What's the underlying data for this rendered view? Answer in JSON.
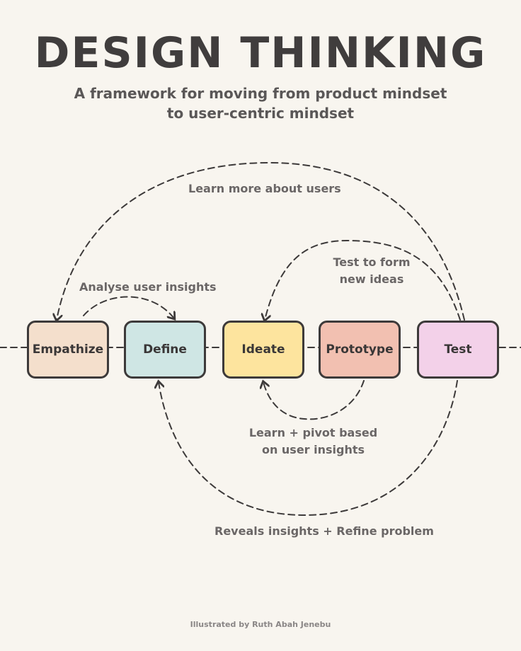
{
  "title": "DESIGN THINKING",
  "subtitle": "A framework for moving from product mindset to user-centric mindset",
  "stages": [
    {
      "label": "Empathize",
      "color": "#f4dfcc"
    },
    {
      "label": "Define",
      "color": "#cfe6e4"
    },
    {
      "label": "Ideate",
      "color": "#fde49e"
    },
    {
      "label": "Prototype",
      "color": "#f2c0b1"
    },
    {
      "label": "Test",
      "color": "#f3d1e9"
    }
  ],
  "annotations": {
    "learn_more": "Learn more about users",
    "analyse": "Analyse user insights",
    "test_form": "Test to form new ideas",
    "learn_pivot": "Learn + pivot based on user insights",
    "reveals": "Reveals insights + Refine problem"
  },
  "credit": "Illustrated by Ruth Abah Jenebu"
}
